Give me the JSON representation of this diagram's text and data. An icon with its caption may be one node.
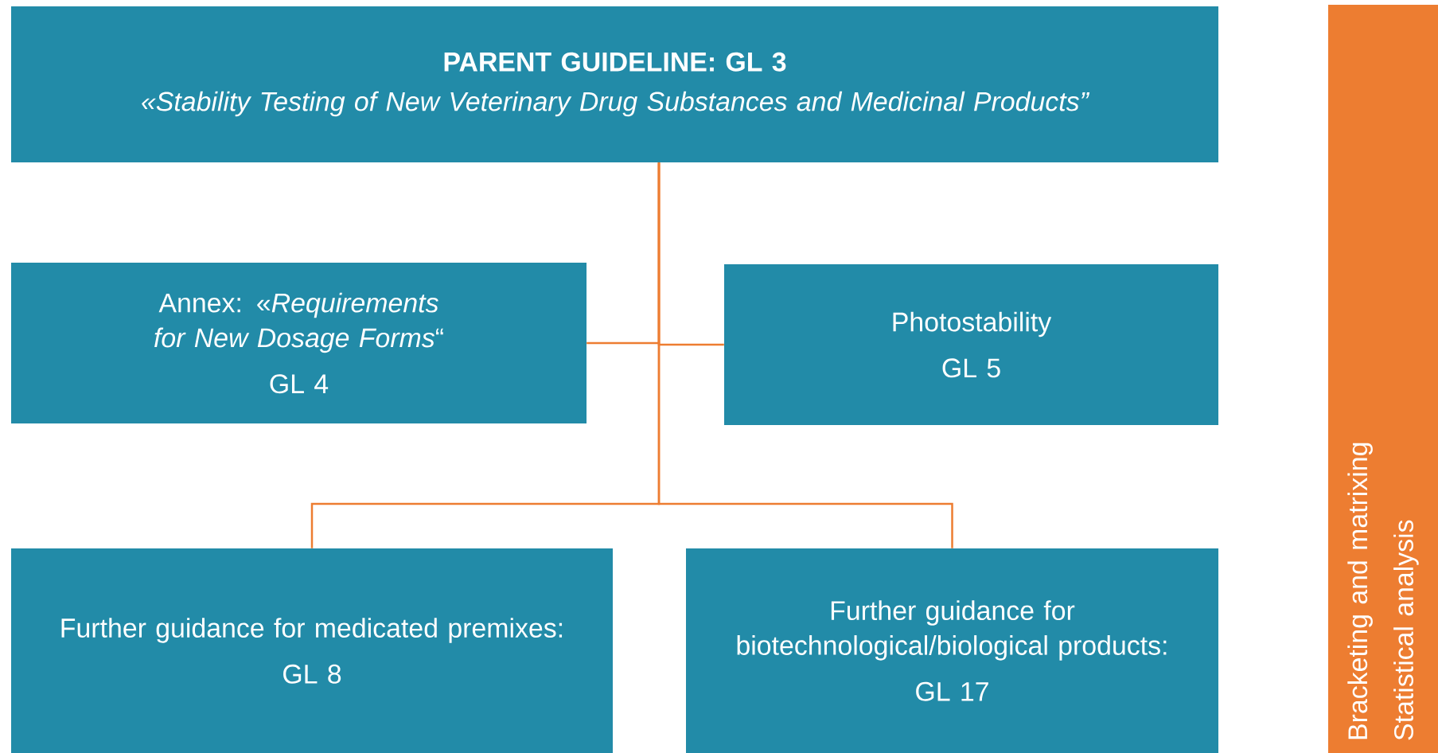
{
  "diagram": {
    "nodes": [
      {
        "text": [
          "PARENT GUIDELINE: GL 3",
          "«Stability Testing of New Veterinary Drug Substances and Medicinal Products”"
        ]
      },
      {
        "text": [
          "Annex: «*Requirements for New Dosage Forms*“",
          "GL 4"
        ]
      },
      {
        "text": [
          "Photostability",
          "GL 5"
        ]
      },
      {
        "text": [
          "Further guidance for medicated premixes:",
          "GL 8"
        ]
      },
      {
        "text": [
          "Further guidance for biotechnological/biological products:",
          "GL 17"
        ]
      },
      {
        "text": [
          "Bracketing and matrixing",
          "Statistical analysis"
        ]
      }
    ],
    "edges": [
      {
        "from": 0,
        "to": 1,
        "arrow": "none"
      },
      {
        "from": 0,
        "to": 2,
        "arrow": "none"
      },
      {
        "from": 0,
        "to": 3,
        "arrow": "none"
      },
      {
        "from": 0,
        "to": 4,
        "arrow": "none"
      }
    ]
  }
}
